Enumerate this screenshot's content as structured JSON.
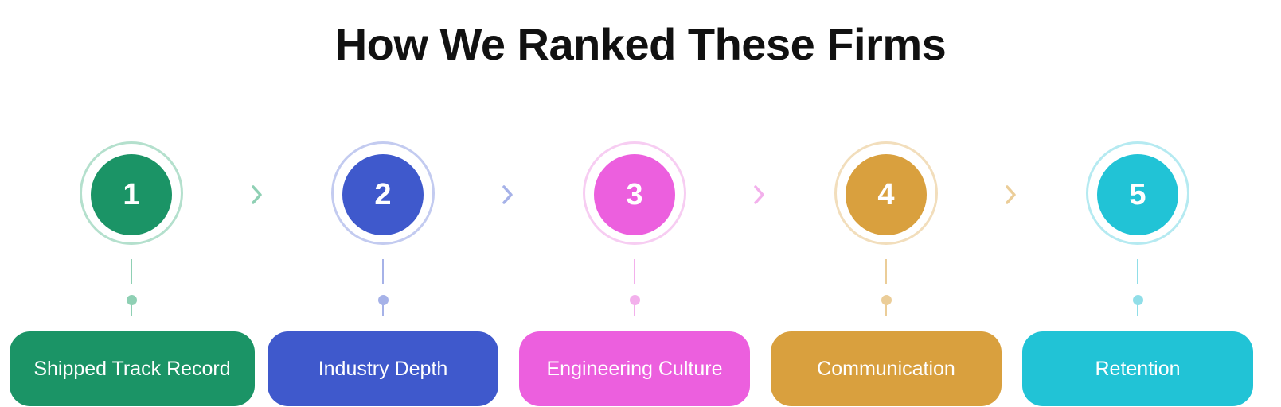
{
  "title": "How We Ranked These Firms",
  "steps": [
    {
      "number": "1",
      "label": "Shipped Track Record",
      "color": "#1B9466",
      "ring_color": "#B4E0CD",
      "stem_color": "#8FD0B4"
    },
    {
      "number": "2",
      "label": "Industry Depth",
      "color": "#3F59CC",
      "ring_color": "#C3CBF0",
      "stem_color": "#A6B2E8"
    },
    {
      "number": "3",
      "label": "Engineering Culture",
      "color": "#EC5FDE",
      "ring_color": "#F7CDF2",
      "stem_color": "#F3B0EC"
    },
    {
      "number": "4",
      "label": "Communication",
      "color": "#D9A03E",
      "ring_color": "#F2DEBC",
      "stem_color": "#EBCD98"
    },
    {
      "number": "5",
      "label": "Retention",
      "color": "#21C3D6",
      "ring_color": "#B5EAF1",
      "stem_color": "#90DEE8"
    }
  ],
  "chevron_colors": [
    "#8FD0B4",
    "#A6B2E8",
    "#F3B0EC",
    "#EBCD98"
  ],
  "icons": {
    "connector": "chevron-right-icon"
  }
}
